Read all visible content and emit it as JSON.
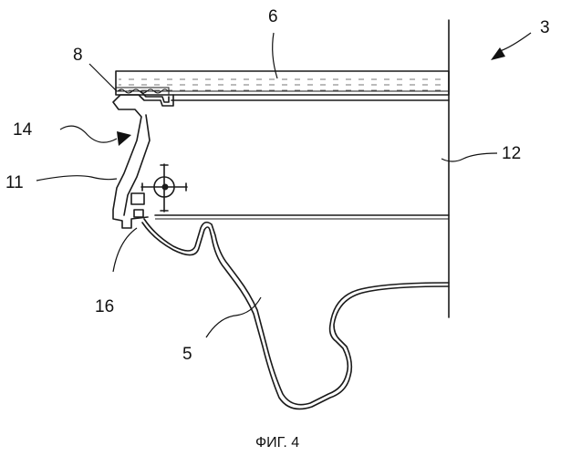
{
  "figure": {
    "caption": "ФИГ. 4",
    "labels": {
      "l3": "3",
      "l5": "5",
      "l6": "6",
      "l8": "8",
      "l11": "11",
      "l12": "12",
      "l14": "14",
      "l16": "16"
    }
  }
}
